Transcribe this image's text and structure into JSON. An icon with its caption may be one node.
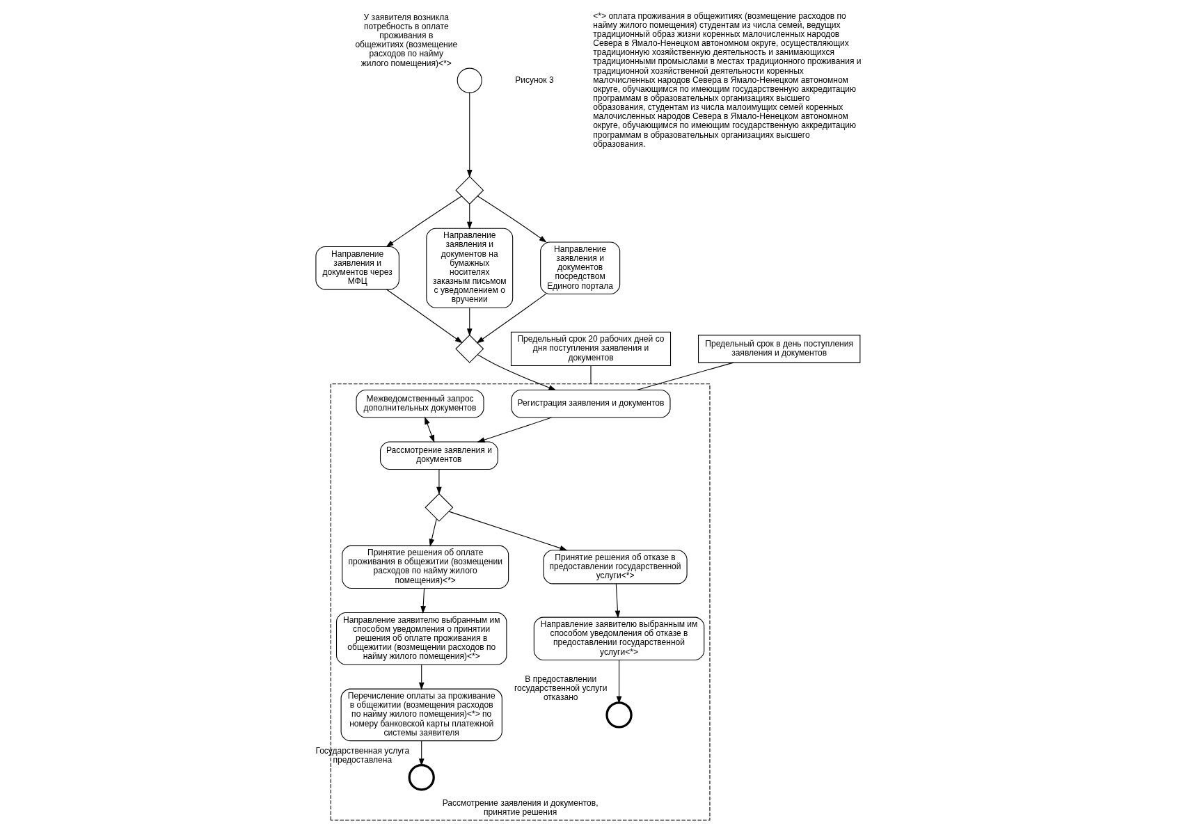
{
  "diagram": {
    "nodes": [
      {
        "text": [],
        "shape": "circle",
        "beside": [
          "У заявителя возникла потребность в оплате проживания в общежитиях (возмещение расходов по найму жилого помещения)<*>"
        ]
      },
      {
        "text": [],
        "shape": "diamond"
      },
      {
        "text": [
          "Направление заявления и документов через МФЦ"
        ]
      },
      {
        "text": [
          "Направление заявления и документов на бумажных носителях заказным письмом с уведомлением о вручении"
        ]
      },
      {
        "text": [
          "Направление заявления и документов посредством Единого портала"
        ]
      },
      {
        "text": [],
        "shape": "diamond"
      },
      {
        "text": [
          "Рассмотрение заявления и документов, принятие решения"
        ]
      },
      {
        "text": [
          "Регистрация заявления и документов"
        ],
        "in": 6
      },
      {
        "text": [
          "Межведомственный запрос дополнительных документов"
        ],
        "in": 6
      },
      {
        "text": [
          "Рассмотрение заявления и документов"
        ],
        "in": 6
      },
      {
        "text": [],
        "shape": "diamond",
        "in": 6
      },
      {
        "text": [
          "Принятие решения об оплате проживания в общежитии (возмещении расходов по найму жилого помещения)<*>"
        ],
        "in": 6
      },
      {
        "text": [
          "Принятие решения об отказе в предоставлении государственной услуги<*>"
        ],
        "in": 6
      },
      {
        "text": [
          "Направление заявителю выбранным им способом уведомления о принятии решения об оплате проживания в общежитии (возмещении расходов по найму жилого помещения)<*>"
        ],
        "in": 6
      },
      {
        "text": [
          "Направление заявителю выбранным им способом уведомления об отказе в предоставлении государственной услуги<*>"
        ],
        "in": 6
      },
      {
        "text": [
          "Перечисление оплаты за проживание в общежитии (возмещения расходов по найму жилого помещения)<*> по номеру банковской карты платежной системы заявителя"
        ],
        "in": 6
      },
      {
        "text": [],
        "shape": "circle",
        "in": 6,
        "beside": [
          "Государственная услуга предоставлена"
        ]
      },
      {
        "text": [],
        "shape": "circle",
        "in": 6,
        "beside": [
          "В предоставлении государственной услуги отказано"
        ]
      },
      {
        "text": [
          "Предельный срок 20 рабочих дней со дня поступления заявления и документов"
        ]
      },
      {
        "text": [
          "Предельный срок в день поступления заявления и документов"
        ]
      }
    ],
    "edges": [
      {
        "from": 0,
        "to": 1,
        "arrow": "to"
      },
      {
        "from": 1,
        "to": 2,
        "arrow": "to"
      },
      {
        "from": 1,
        "to": 3,
        "arrow": "to"
      },
      {
        "from": 1,
        "to": 4,
        "arrow": "to"
      },
      {
        "from": 2,
        "to": 5,
        "arrow": "to"
      },
      {
        "from": 3,
        "to": 5,
        "arrow": "to"
      },
      {
        "from": 4,
        "to": 5,
        "arrow": "to"
      },
      {
        "from": 5,
        "to": 7,
        "arrow": "to"
      },
      {
        "from": 7,
        "to": 9,
        "arrow": "to"
      },
      {
        "from": 8,
        "to": 9,
        "arrow": "both"
      },
      {
        "from": 9,
        "to": 10,
        "arrow": "to"
      },
      {
        "from": 10,
        "to": 11,
        "arrow": "to"
      },
      {
        "from": 10,
        "to": 12,
        "arrow": "to"
      },
      {
        "from": 11,
        "to": 13,
        "arrow": "to"
      },
      {
        "from": 13,
        "to": 15,
        "arrow": "to"
      },
      {
        "from": 15,
        "to": 16,
        "arrow": "to"
      },
      {
        "from": 12,
        "to": 14,
        "arrow": "to"
      },
      {
        "from": 14,
        "to": 17,
        "arrow": "to"
      },
      {
        "from": 18,
        "to": 6,
        "arrow": "none"
      },
      {
        "from": 19,
        "to": 7,
        "arrow": "none"
      }
    ],
    "labels": [
      "Рисунок 3",
      "<*> оплата проживания в общежитиях (возмещение расходов по найму жилого помещения) студентам из числа семей, ведущих традиционный образ жизни коренных малочисленных народов Севера в Ямало-Ненецком автономном округе, осуществляющих традиционную хозяйственную деятельность и занимающихся традиционными промыслами в местах традиционного проживания и традиционной хозяйственной деятельности коренных малочисленных народов Севера в Ямало-Ненецком автономном округе, обучающимся по имеющим государственную аккредитацию программам в образовательных организациях высшего образования, студентам из числа малоимущих семей коренных малочисленных народов Севера в Ямало-Ненецком автономном округе, обучающимся по имеющим государственную аккредитацию программам в образовательных организациях высшего образования."
    ]
  }
}
